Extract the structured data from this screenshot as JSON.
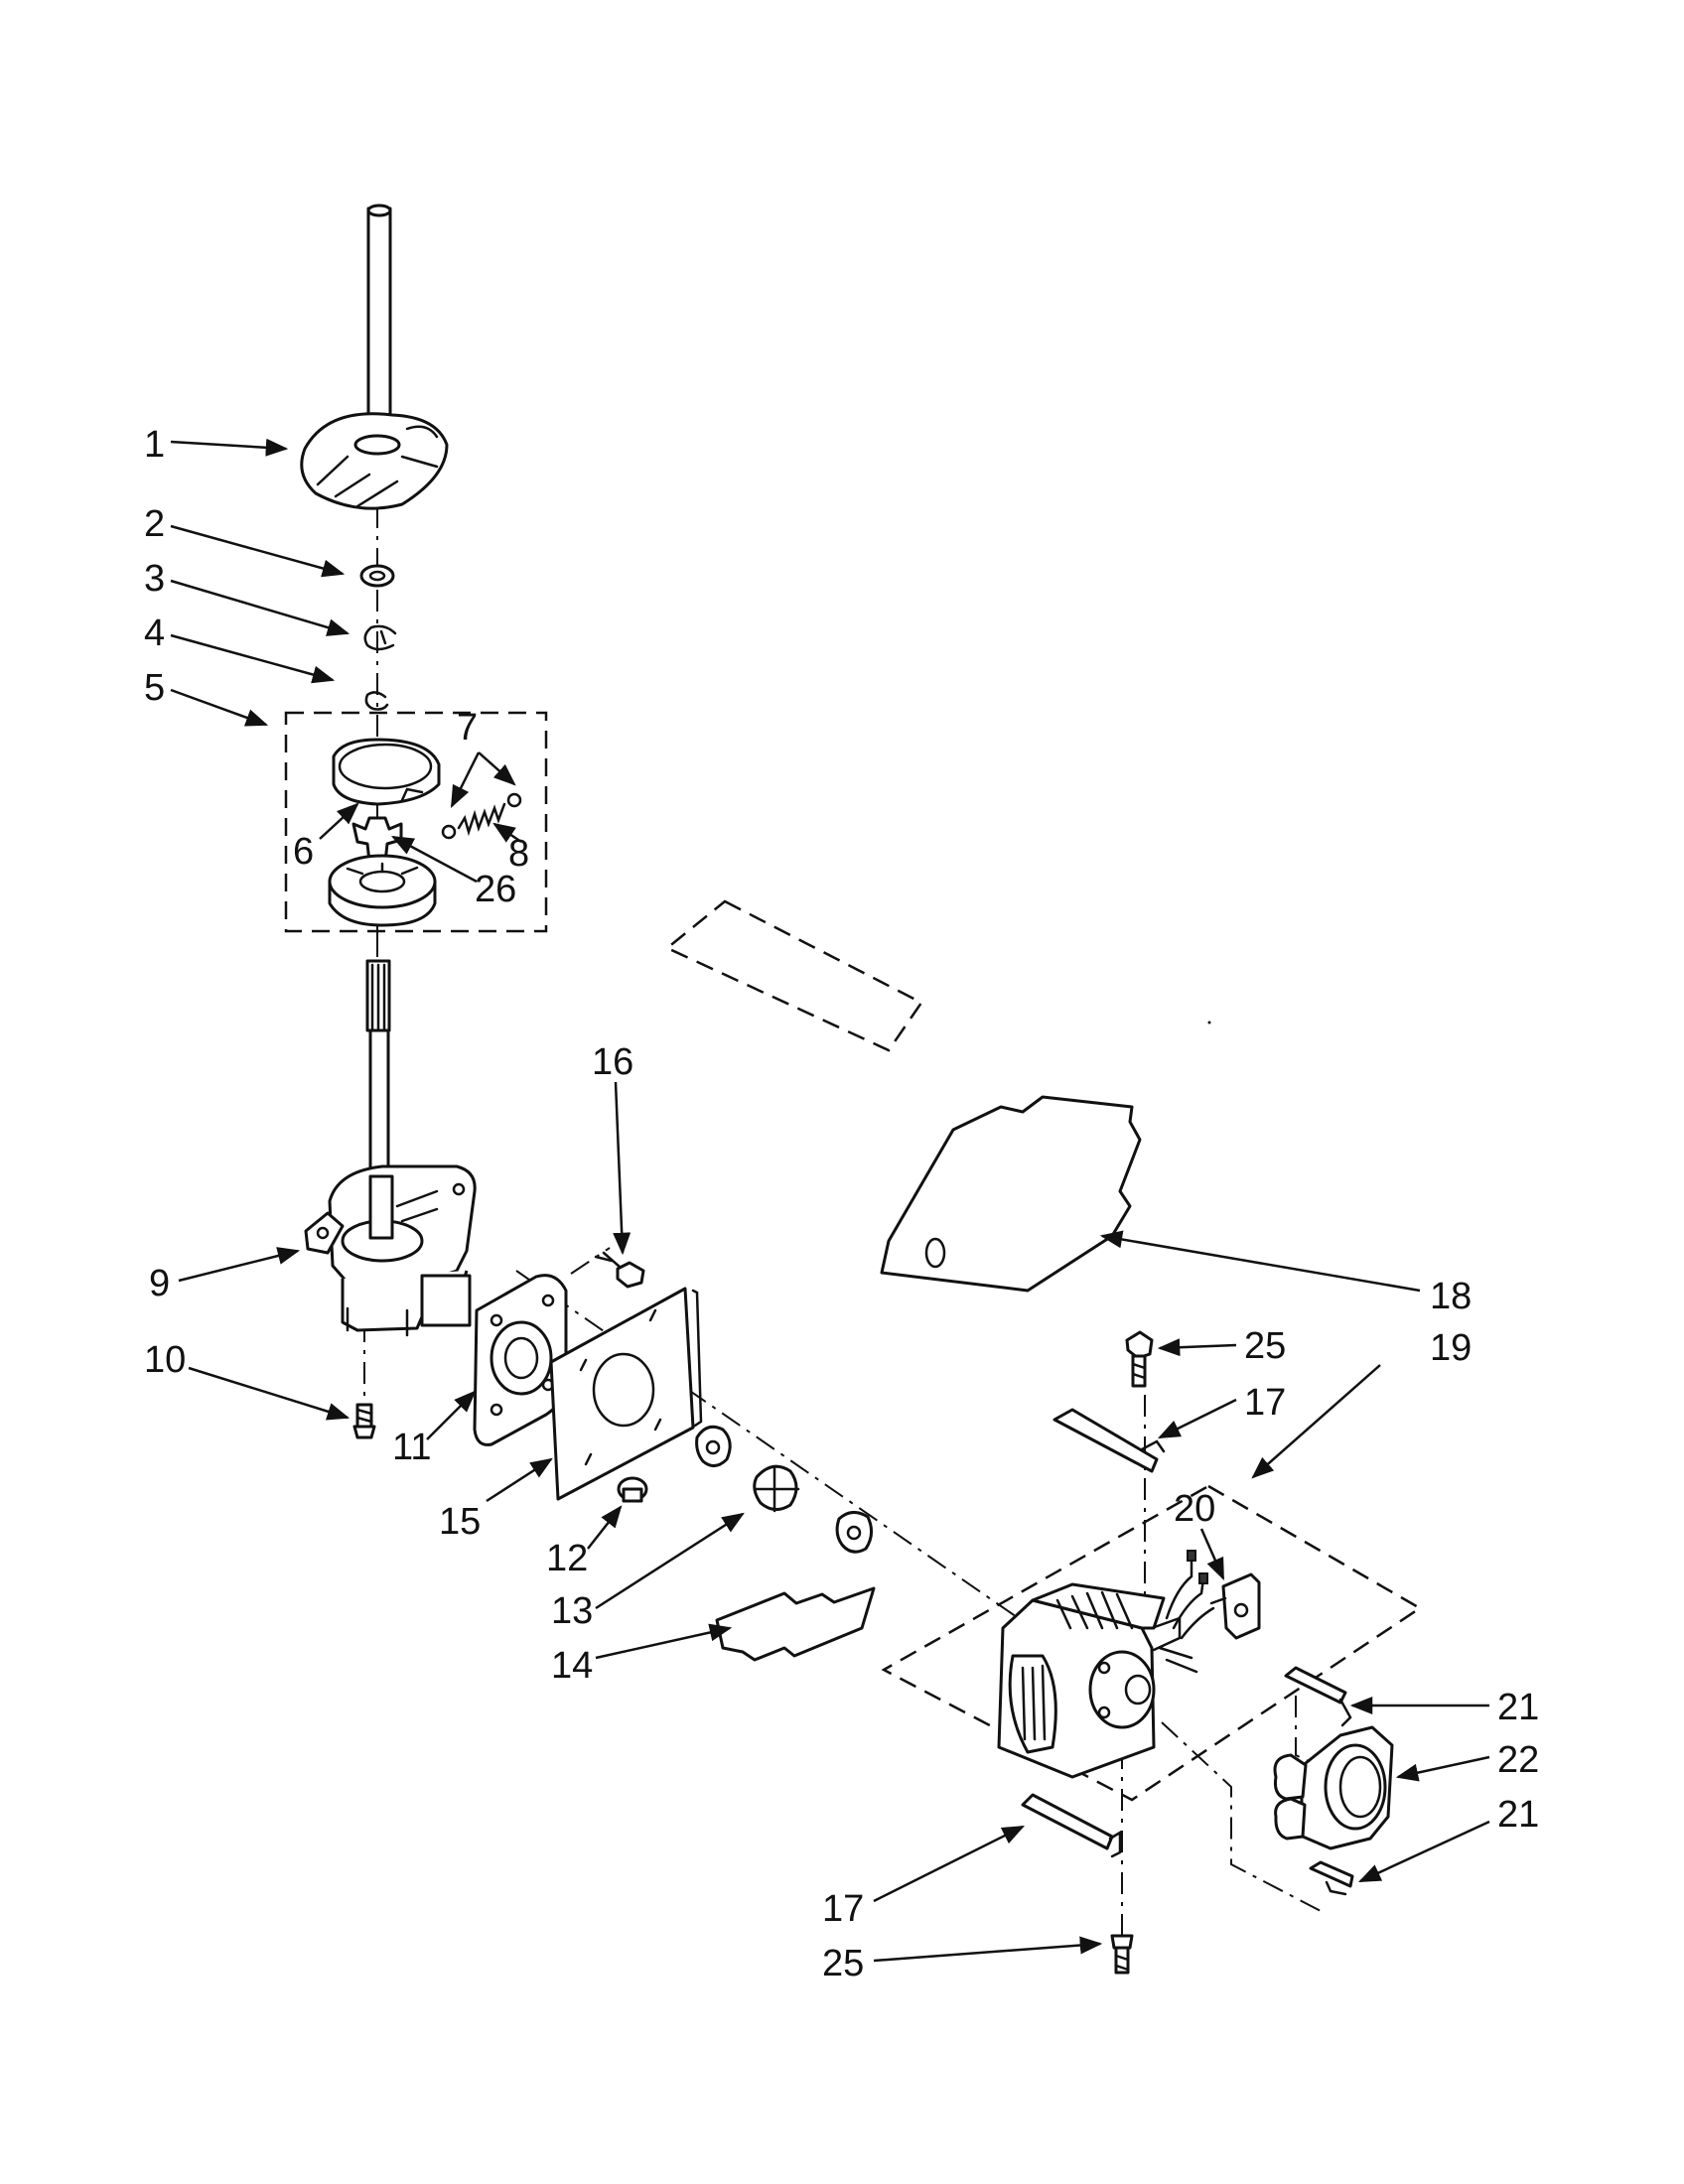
{
  "callouts": {
    "c1": "1",
    "c2": "2",
    "c3": "3",
    "c4": "4",
    "c5": "5",
    "c6": "6",
    "c7": "7",
    "c8": "8",
    "c9": "9",
    "c10": "10",
    "c11": "11",
    "c12": "12",
    "c13": "13",
    "c14": "14",
    "c15": "15",
    "c16": "16",
    "c17a": "17",
    "c17b": "17",
    "c18": "18",
    "c19": "19",
    "c20": "20",
    "c21a": "21",
    "c21b": "21",
    "c22": "22",
    "c25a": "25",
    "c25b": "25",
    "c26": "26"
  }
}
